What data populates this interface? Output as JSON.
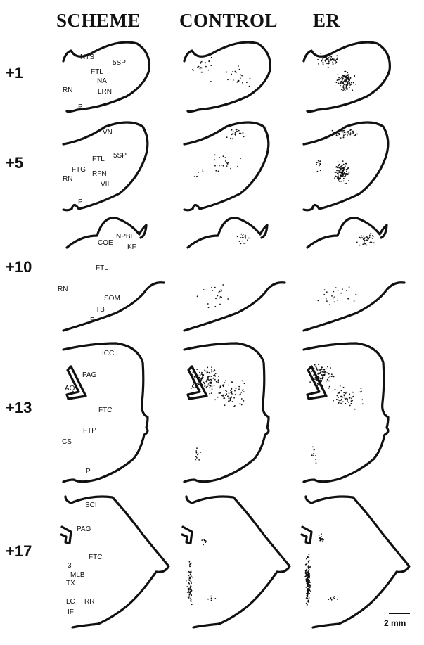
{
  "columns": {
    "scheme": "SCHEME",
    "control": "CONTROL",
    "er": "ER"
  },
  "levels": [
    "+1",
    "+5",
    "+10",
    "+13",
    "+17"
  ],
  "scale_label": "2 mm",
  "panels": [
    {
      "level": "+1",
      "labels": [
        "NTS",
        "5SP",
        "FTL",
        "NA",
        "RN",
        "LRN",
        "P"
      ],
      "control_dot_count": 40,
      "er_dot_count": 180
    },
    {
      "level": "+5",
      "labels": [
        "VN",
        "FTL",
        "5SP",
        "FTG",
        "RFN",
        "RN",
        "VII",
        "P"
      ],
      "control_dot_count": 45,
      "er_dot_count": 170
    },
    {
      "level": "+10",
      "labels": [
        "NPBL",
        "COE",
        "KF",
        "FTL",
        "RN",
        "SOM",
        "TB",
        "P"
      ],
      "control_dot_count": 40,
      "er_dot_count": 60
    },
    {
      "level": "+13",
      "labels": [
        "ICC",
        "PAG",
        "AQ",
        "FTC",
        "FTP",
        "CS",
        "P"
      ],
      "control_dot_count": 200,
      "er_dot_count": 160
    },
    {
      "level": "+17",
      "labels": [
        "SCI",
        "PAG",
        "FTC",
        "3",
        "MLB",
        "TX",
        "LC",
        "RR",
        "IF"
      ],
      "control_dot_count": 80,
      "er_dot_count": 190
    }
  ]
}
